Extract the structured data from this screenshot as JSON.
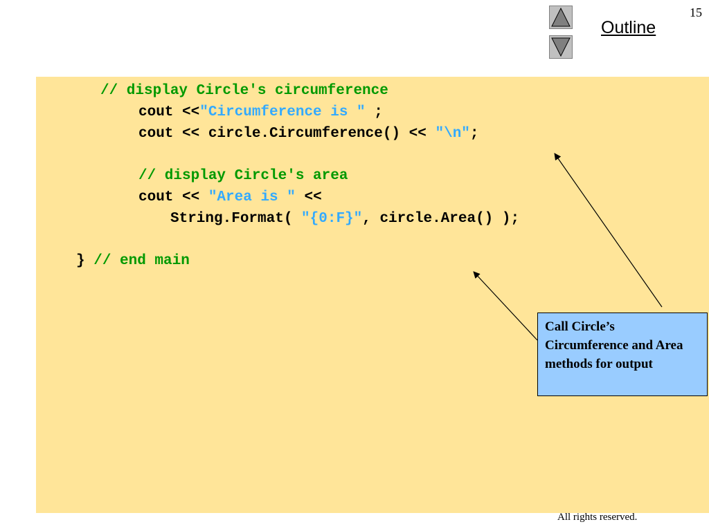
{
  "slide": {
    "number": "15",
    "outline_label": "Outline",
    "footer": "All rights reserved."
  },
  "nav": {
    "up_icon": "triangle-up-icon",
    "down_icon": "triangle-down-icon"
  },
  "code": {
    "lines": [
      [
        {
          "t": "// display Circle's circumference",
          "k": "comment"
        }
      ],
      [
        {
          "t": "cout <<",
          "k": "plain"
        },
        {
          "t": "\"Circumference is \"",
          "k": "string"
        },
        {
          "t": " ;",
          "k": "plain"
        }
      ],
      [
        {
          "t": "cout << circle.Circumference() << ",
          "k": "plain"
        },
        {
          "t": "\"\\n\"",
          "k": "string"
        },
        {
          "t": ";",
          "k": "plain"
        }
      ],
      [
        {
          "t": "// display Circle's area",
          "k": "comment"
        }
      ],
      [
        {
          "t": "cout << ",
          "k": "plain"
        },
        {
          "t": "\"Area is \"",
          "k": "string"
        },
        {
          "t": " <<",
          "k": "plain"
        }
      ],
      [
        {
          "t": "String.Format( ",
          "k": "plain"
        },
        {
          "t": "\"{0:F}\"",
          "k": "string"
        },
        {
          "t": ", circle.Area() );",
          "k": "plain"
        }
      ],
      [
        {
          "t": "} ",
          "k": "plain"
        },
        {
          "t": "// end main",
          "k": "comment"
        }
      ]
    ]
  },
  "callout": {
    "text": "Call Circle’s Circumference and Area methods for output"
  },
  "colors": {
    "code_background": "#ffe599",
    "comment": "#009900",
    "string": "#33aaff",
    "callout_background": "#99ccff"
  }
}
